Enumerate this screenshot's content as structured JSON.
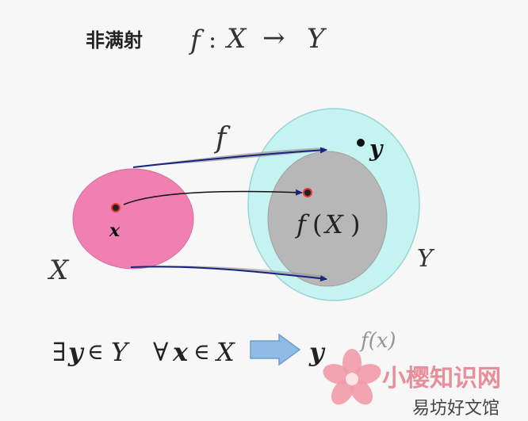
{
  "title": {
    "chinese": "非满射",
    "map_f": "f",
    "colon": ":",
    "domain": "X",
    "arrow": "→",
    "codomain": "Y"
  },
  "diagram": {
    "map_label": "f",
    "point_x": "x",
    "point_y": "y",
    "image_f": "f",
    "image_paren_open": "(",
    "image_X": "X",
    "image_paren_close": ")",
    "set_X_label": "X",
    "set_Y_label": "Y",
    "colors": {
      "set_X_fill": "#f07fb2",
      "set_Y_fill": "#c4f3f1",
      "image_fill": "#b7b7b7",
      "arrow_color": "#1a237e",
      "point_border": "#e53935",
      "hint_arrow": "#8fbce6"
    }
  },
  "statement": {
    "exists": "∃",
    "y1": "y",
    "in1": "∈",
    "Y": "Y",
    "forall": "∀",
    "x": "x",
    "in2": "∈",
    "X": "X",
    "y2": "y",
    "partial": "f(x)"
  },
  "watermark": {
    "line1": "小樱知识网",
    "line2": "易坊好文馆"
  }
}
